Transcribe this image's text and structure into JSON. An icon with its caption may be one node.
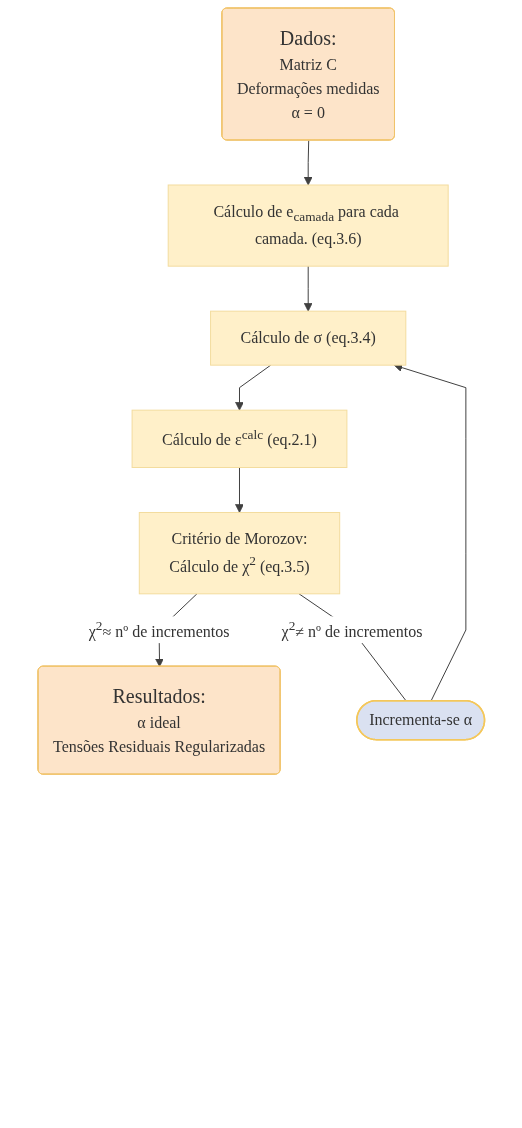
{
  "diagram": {
    "nodes": [
      {
        "text": [
          "Dados:",
          "Matriz C",
          "Deformações medidas",
          "α = 0"
        ]
      },
      {
        "text": [
          "Cálculo de e$_{camada}$ para cada camada. (eq.3.6)"
        ]
      },
      {
        "text": [
          "Cálculo de σ (eq.3.4)"
        ]
      },
      {
        "text": [
          "Cálculo de ε$^{calc}$ (eq.2.1)"
        ]
      },
      {
        "text": [
          "Critério de Morozov:",
          "Cálculo de χ$^{2}$ (eq.3.5)"
        ]
      },
      {
        "text": [
          "Resultados:",
          "α ideal",
          "Tensões Residuais Regularizadas"
        ]
      },
      {
        "text": [
          "Incrementa-se α"
        ]
      }
    ],
    "edges": [
      {
        "from": 0,
        "to": 1,
        "arrow": "to"
      },
      {
        "from": 1,
        "to": 2,
        "arrow": "to"
      },
      {
        "from": 2,
        "to": 3,
        "arrow": "to"
      },
      {
        "from": 3,
        "to": 4,
        "arrow": "to"
      },
      {
        "from": 4,
        "to": 5,
        "arrow": "to",
        "label": "χ$^{2}$≈ nº de incrementos"
      },
      {
        "from": 4,
        "to": 6,
        "arrow": "none",
        "label": "χ$^{2}$≠ nº de incrementos"
      },
      {
        "from": 6,
        "to": 2,
        "arrow": "to"
      }
    ]
  }
}
